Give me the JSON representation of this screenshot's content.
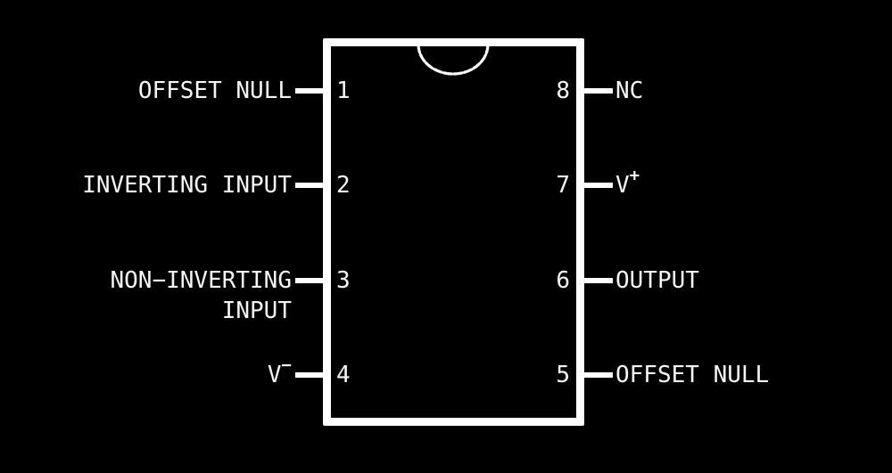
{
  "colors": {
    "background": "#000000",
    "line": "#ffffff",
    "text": "#f5f5f5"
  },
  "icons": {
    "notch": "pin1-orientation-notch-semicircle"
  },
  "pins": {
    "left": [
      {
        "number": "1",
        "label": "OFFSET NULL"
      },
      {
        "number": "2",
        "label": "INVERTING INPUT"
      },
      {
        "number": "3",
        "label": "NON−INVERTING",
        "label2": "INPUT"
      },
      {
        "number": "4",
        "label": "V",
        "sup": "−"
      }
    ],
    "right": [
      {
        "number": "8",
        "label": "NC"
      },
      {
        "number": "7",
        "label": "V",
        "sup": "+"
      },
      {
        "number": "6",
        "label": "OUTPUT"
      },
      {
        "number": "5",
        "label": "OFFSET NULL"
      }
    ]
  }
}
